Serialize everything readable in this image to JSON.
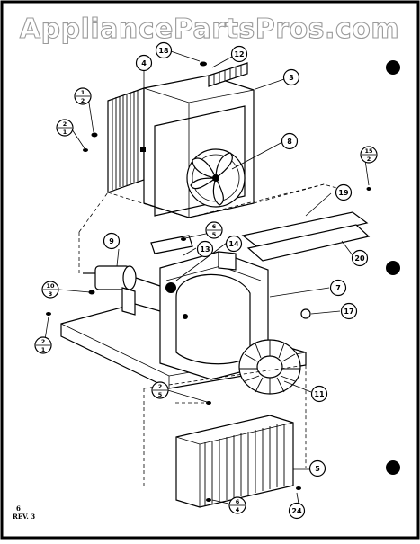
{
  "watermark": "AppliancePartsPros.com",
  "footer": {
    "page": "6",
    "rev": "REV. 3"
  },
  "callouts": [
    {
      "id": "c18",
      "label": "18"
    },
    {
      "id": "c12",
      "label": "12"
    },
    {
      "id": "c4",
      "label": "4"
    },
    {
      "id": "c3",
      "label": "3"
    },
    {
      "id": "c8",
      "label": "8"
    },
    {
      "id": "c9",
      "label": "9"
    },
    {
      "id": "c13",
      "label": "13"
    },
    {
      "id": "c14",
      "label": "14"
    },
    {
      "id": "c19",
      "label": "19"
    },
    {
      "id": "c20",
      "label": "20"
    },
    {
      "id": "c7",
      "label": "7"
    },
    {
      "id": "c17",
      "label": "17"
    },
    {
      "id": "c11",
      "label": "11"
    },
    {
      "id": "c5",
      "label": "5"
    },
    {
      "id": "c24",
      "label": "24"
    }
  ],
  "fraction_callouts": [
    {
      "id": "f1",
      "top": "1",
      "bottom": "2"
    },
    {
      "id": "f2",
      "top": "2",
      "bottom": "1"
    },
    {
      "id": "f3",
      "top": "15",
      "bottom": "2"
    },
    {
      "id": "f4",
      "top": "6",
      "bottom": "5"
    },
    {
      "id": "f5",
      "top": "10",
      "bottom": "3"
    },
    {
      "id": "f6",
      "top": "2",
      "bottom": "1"
    },
    {
      "id": "f7",
      "top": "2",
      "bottom": "5"
    },
    {
      "id": "f8",
      "top": "6",
      "bottom": "4"
    }
  ]
}
